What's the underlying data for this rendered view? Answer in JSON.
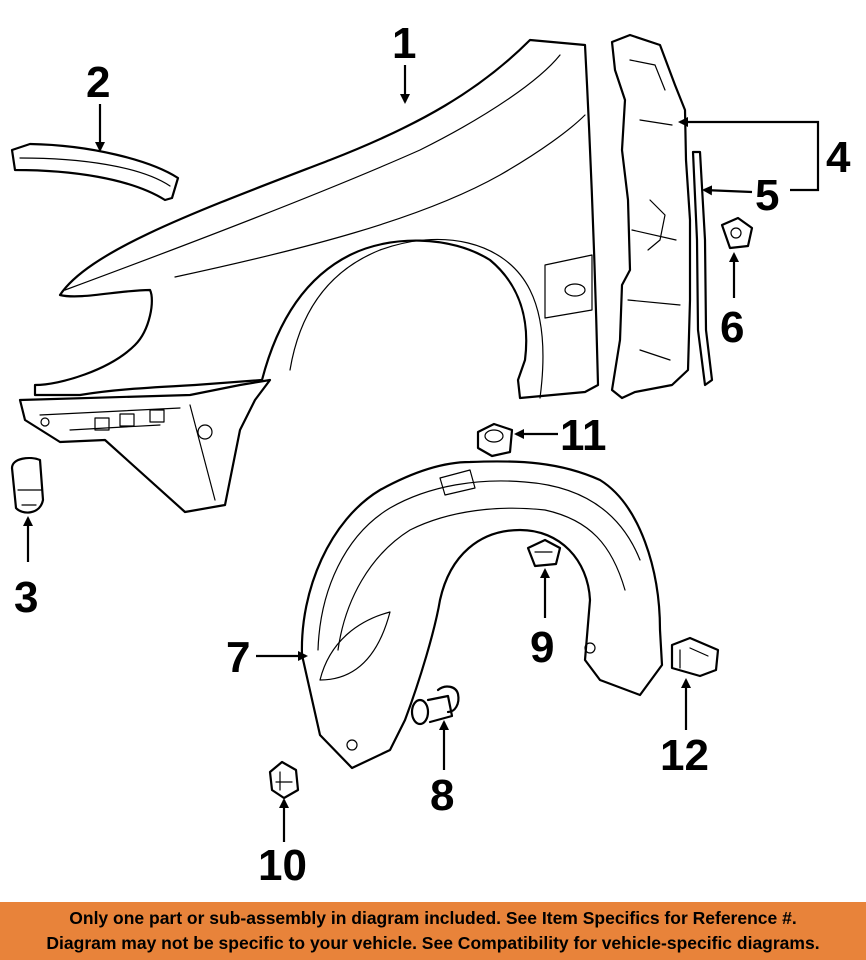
{
  "diagram": {
    "callouts": [
      "1",
      "2",
      "3",
      "4",
      "5",
      "6",
      "7",
      "8",
      "9",
      "10",
      "11",
      "12"
    ],
    "parts": [
      "fender",
      "fender-molding",
      "side-marker-lamp",
      "fender-apron",
      "apron-seal",
      "apron-clip",
      "fender-liner",
      "liner-screw",
      "liner-clip",
      "retainer-clip",
      "grommet-nut",
      "liner-bracket"
    ]
  },
  "banner": {
    "line1": "Only one part or sub-assembly in diagram included. See Item Specifics for Reference #.",
    "line2": "Diagram may not be specific to your vehicle. See Compatibility for vehicle-specific diagrams."
  },
  "colors": {
    "banner": "#e8833a",
    "ink": "#000000",
    "background": "#ffffff"
  }
}
